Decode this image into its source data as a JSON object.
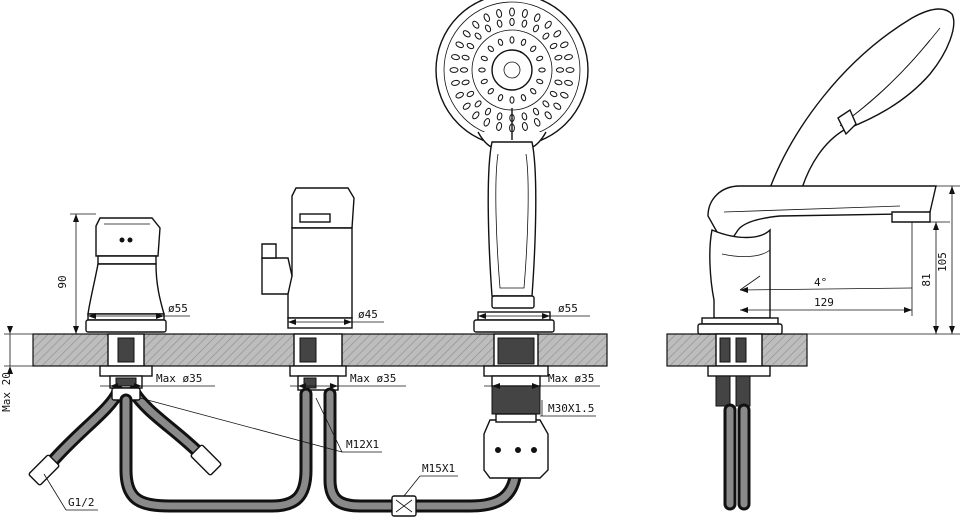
{
  "dimensions": {
    "height_90": "90",
    "dia_55_left": "ø55",
    "dia_45": "ø45",
    "dia_55_right": "ø55",
    "max_20": "Max 20",
    "max35_a": "Max ø35",
    "max35_b": "Max ø35",
    "max35_c": "Max ø35",
    "m30": "M30X1.5",
    "m12": "M12X1",
    "m15": "M15X1",
    "g12": "G1/2",
    "angle_4": "4°",
    "len_129": "129",
    "h_81": "81",
    "h_105": "105"
  },
  "colors": {
    "line": "#111111",
    "deck": "#b5b5b5",
    "thread": "#444444",
    "hose_core": "#8a8a8a"
  }
}
